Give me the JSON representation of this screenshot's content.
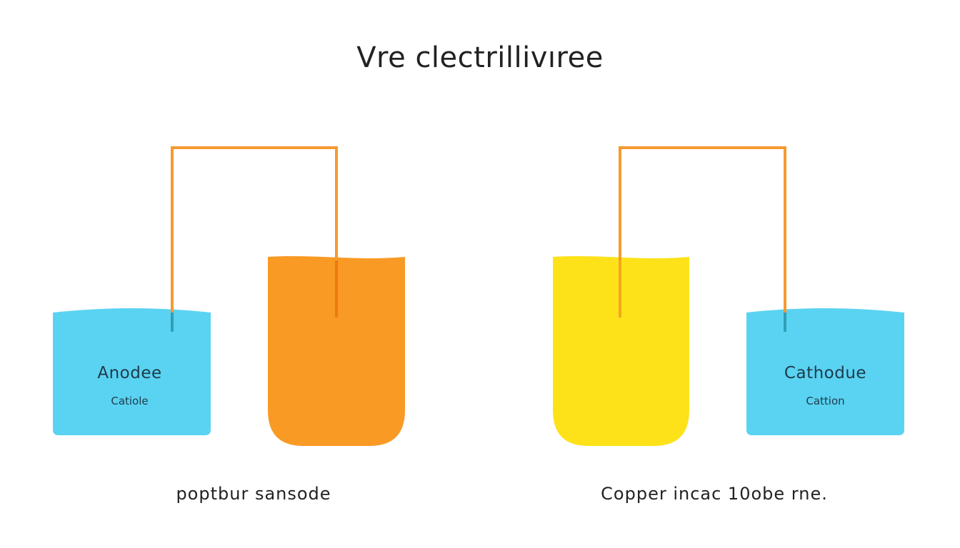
{
  "title": "Vre clectrillivıree",
  "left_cell": {
    "beaker_label": "Anodee",
    "beaker_sublabel": "Catiole",
    "caption": "poptbur sansode",
    "colors": {
      "small_beaker": "#5ad3f2",
      "tall_beaker": "#f99a24",
      "wire": "#f59a30"
    }
  },
  "right_cell": {
    "beaker_label": "Cathodue",
    "beaker_sublabel": "Cattion",
    "caption": "Copper incac 10obe rne.",
    "colors": {
      "small_beaker": "#5ad3f2",
      "tall_beaker": "#fde21a",
      "wire": "#f59a30"
    }
  }
}
